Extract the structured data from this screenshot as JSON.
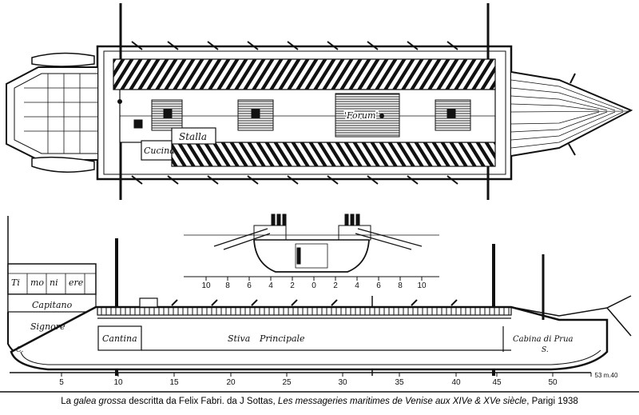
{
  "labels": {
    "cucina": "Cucina",
    "stalla": "Stalla",
    "forum": "'Forum'",
    "timoniere": [
      "Ti",
      "mo",
      "ni",
      "ere"
    ],
    "capitano": "Capitano",
    "signore": "Signore",
    "cantina": "Cantina",
    "stiva": "Stiva",
    "principale": "Principale",
    "cabina_di_prua": "Cabina di Prua",
    "c_mark": "C.",
    "s_mark": "S."
  },
  "scale_top": [
    "10",
    "8",
    "6",
    "4",
    "2",
    "0",
    "2",
    "4",
    "6",
    "8",
    "10"
  ],
  "scale_bottom": [
    "5",
    "10",
    "15",
    "20",
    "25",
    "30",
    "35",
    "40",
    "45",
    "50",
    "53 m.40"
  ],
  "caption": {
    "p1": "La ",
    "p2": "galea grossa",
    "p3": " descritta da Felix Fabri.  da J Sottas, ",
    "p4": "Les messageries maritimes de Venise aux XIVe & XVe siècle",
    "p5": ", Parigi 1938"
  }
}
